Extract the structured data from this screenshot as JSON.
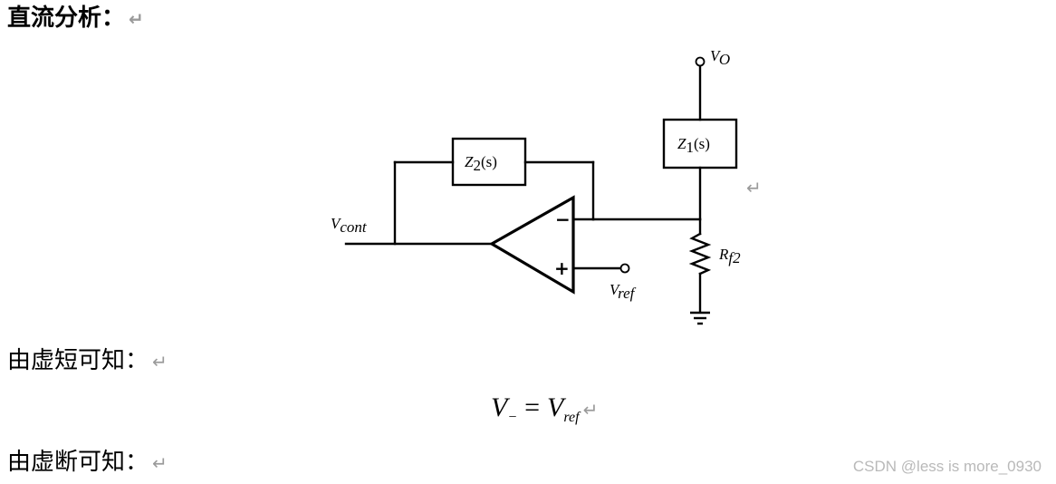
{
  "text": {
    "heading": "直流分析：",
    "line2": "由虚短可知：",
    "line4": "由虚断可知：",
    "return_mark": "↵"
  },
  "formula": {
    "lhs": "V",
    "lhs_sub": "−",
    "eq": "=",
    "rhs": "V",
    "rhs_sub": "ref"
  },
  "circuit": {
    "vo_main": "V",
    "vo_sub": "O",
    "z1_main": "Z",
    "z1_sub": "1",
    "z1_arg": "(s)",
    "z2_main": "Z",
    "z2_sub": "2",
    "z2_arg": "(s)",
    "vcont_main": "V",
    "vcont_sub": "cont",
    "vref_main": "V",
    "vref_sub": "ref",
    "rf2_main": "R",
    "rf2_sub": "f2",
    "minus_sign": "−",
    "plus_sign": "+"
  },
  "watermark": "CSDN @less is more_0930"
}
